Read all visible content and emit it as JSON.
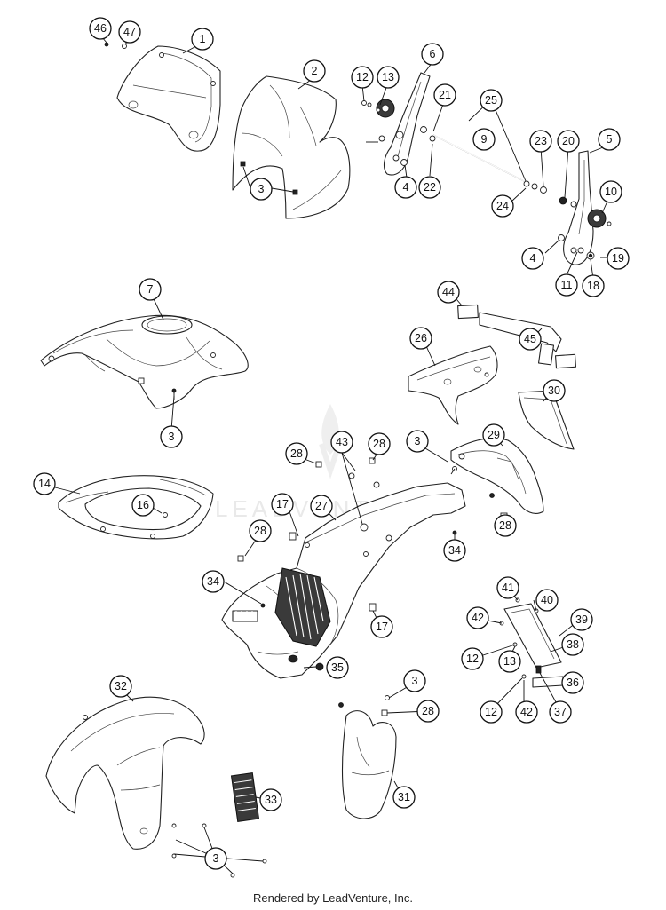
{
  "watermark": "LEADVENTURE",
  "footer": "Rendered by LeadVenture, Inc.",
  "callouts": [
    {
      "id": "c1",
      "label": "1"
    },
    {
      "id": "c2",
      "label": "2"
    },
    {
      "id": "c3a",
      "label": "3"
    },
    {
      "id": "c3b",
      "label": "3"
    },
    {
      "id": "c3c",
      "label": "3"
    },
    {
      "id": "c3d",
      "label": "3"
    },
    {
      "id": "c3e",
      "label": "3"
    },
    {
      "id": "c4a",
      "label": "4"
    },
    {
      "id": "c4b",
      "label": "4"
    },
    {
      "id": "c5",
      "label": "5"
    },
    {
      "id": "c6",
      "label": "6"
    },
    {
      "id": "c7",
      "label": "7"
    },
    {
      "id": "c9",
      "label": "9"
    },
    {
      "id": "c10",
      "label": "10"
    },
    {
      "id": "c11",
      "label": "11"
    },
    {
      "id": "c12a",
      "label": "12"
    },
    {
      "id": "c12b",
      "label": "12"
    },
    {
      "id": "c12c",
      "label": "12"
    },
    {
      "id": "c13a",
      "label": "13"
    },
    {
      "id": "c13b",
      "label": "13"
    },
    {
      "id": "c14",
      "label": "14"
    },
    {
      "id": "c16",
      "label": "16"
    },
    {
      "id": "c17a",
      "label": "17"
    },
    {
      "id": "c17b",
      "label": "17"
    },
    {
      "id": "c18",
      "label": "18"
    },
    {
      "id": "c19",
      "label": "19"
    },
    {
      "id": "c20",
      "label": "20"
    },
    {
      "id": "c21",
      "label": "21"
    },
    {
      "id": "c22",
      "label": "22"
    },
    {
      "id": "c23",
      "label": "23"
    },
    {
      "id": "c24",
      "label": "24"
    },
    {
      "id": "c25",
      "label": "25"
    },
    {
      "id": "c26",
      "label": "26"
    },
    {
      "id": "c27",
      "label": "27"
    },
    {
      "id": "c28a",
      "label": "28"
    },
    {
      "id": "c28b",
      "label": "28"
    },
    {
      "id": "c28c",
      "label": "28"
    },
    {
      "id": "c28d",
      "label": "28"
    },
    {
      "id": "c28e",
      "label": "28"
    },
    {
      "id": "c29",
      "label": "29"
    },
    {
      "id": "c30",
      "label": "30"
    },
    {
      "id": "c31",
      "label": "31"
    },
    {
      "id": "c32",
      "label": "32"
    },
    {
      "id": "c33",
      "label": "33"
    },
    {
      "id": "c34a",
      "label": "34"
    },
    {
      "id": "c34b",
      "label": "34"
    },
    {
      "id": "c35",
      "label": "35"
    },
    {
      "id": "c36",
      "label": "36"
    },
    {
      "id": "c37",
      "label": "37"
    },
    {
      "id": "c38",
      "label": "38"
    },
    {
      "id": "c39",
      "label": "39"
    },
    {
      "id": "c40",
      "label": "40"
    },
    {
      "id": "c41",
      "label": "41"
    },
    {
      "id": "c42a",
      "label": "42"
    },
    {
      "id": "c42b",
      "label": "42"
    },
    {
      "id": "c43",
      "label": "43"
    },
    {
      "id": "c44",
      "label": "44"
    },
    {
      "id": "c45",
      "label": "45"
    },
    {
      "id": "c46",
      "label": "46"
    },
    {
      "id": "c47",
      "label": "47"
    }
  ]
}
